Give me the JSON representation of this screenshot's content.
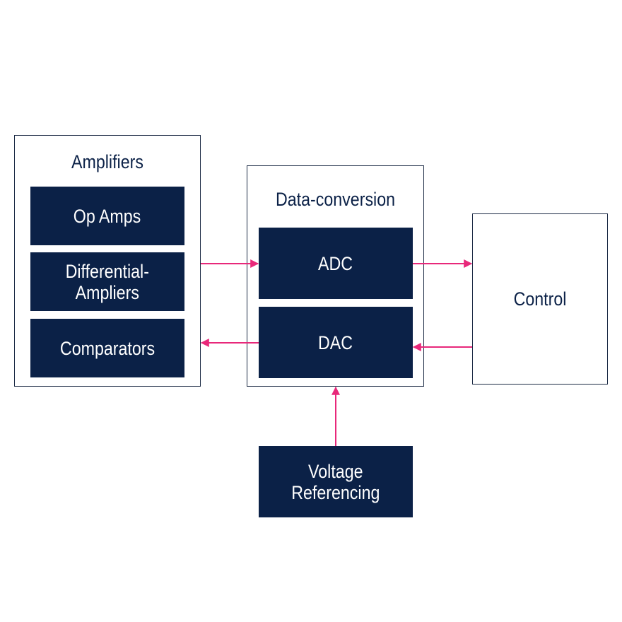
{
  "amplifiers": {
    "title": "Amplifiers",
    "items": [
      "Op Amps",
      "Differential-\nAmpliers",
      "Comparators"
    ]
  },
  "data_conversion": {
    "title": "Data-conversion",
    "adc": "ADC",
    "dac": "DAC"
  },
  "control": {
    "label": "Control"
  },
  "voltage_referencing": {
    "label": "Voltage\nReferencing"
  },
  "colors": {
    "block_fill": "#0b2147",
    "arrow": "#e8287a",
    "text_dark": "#0b2147"
  }
}
